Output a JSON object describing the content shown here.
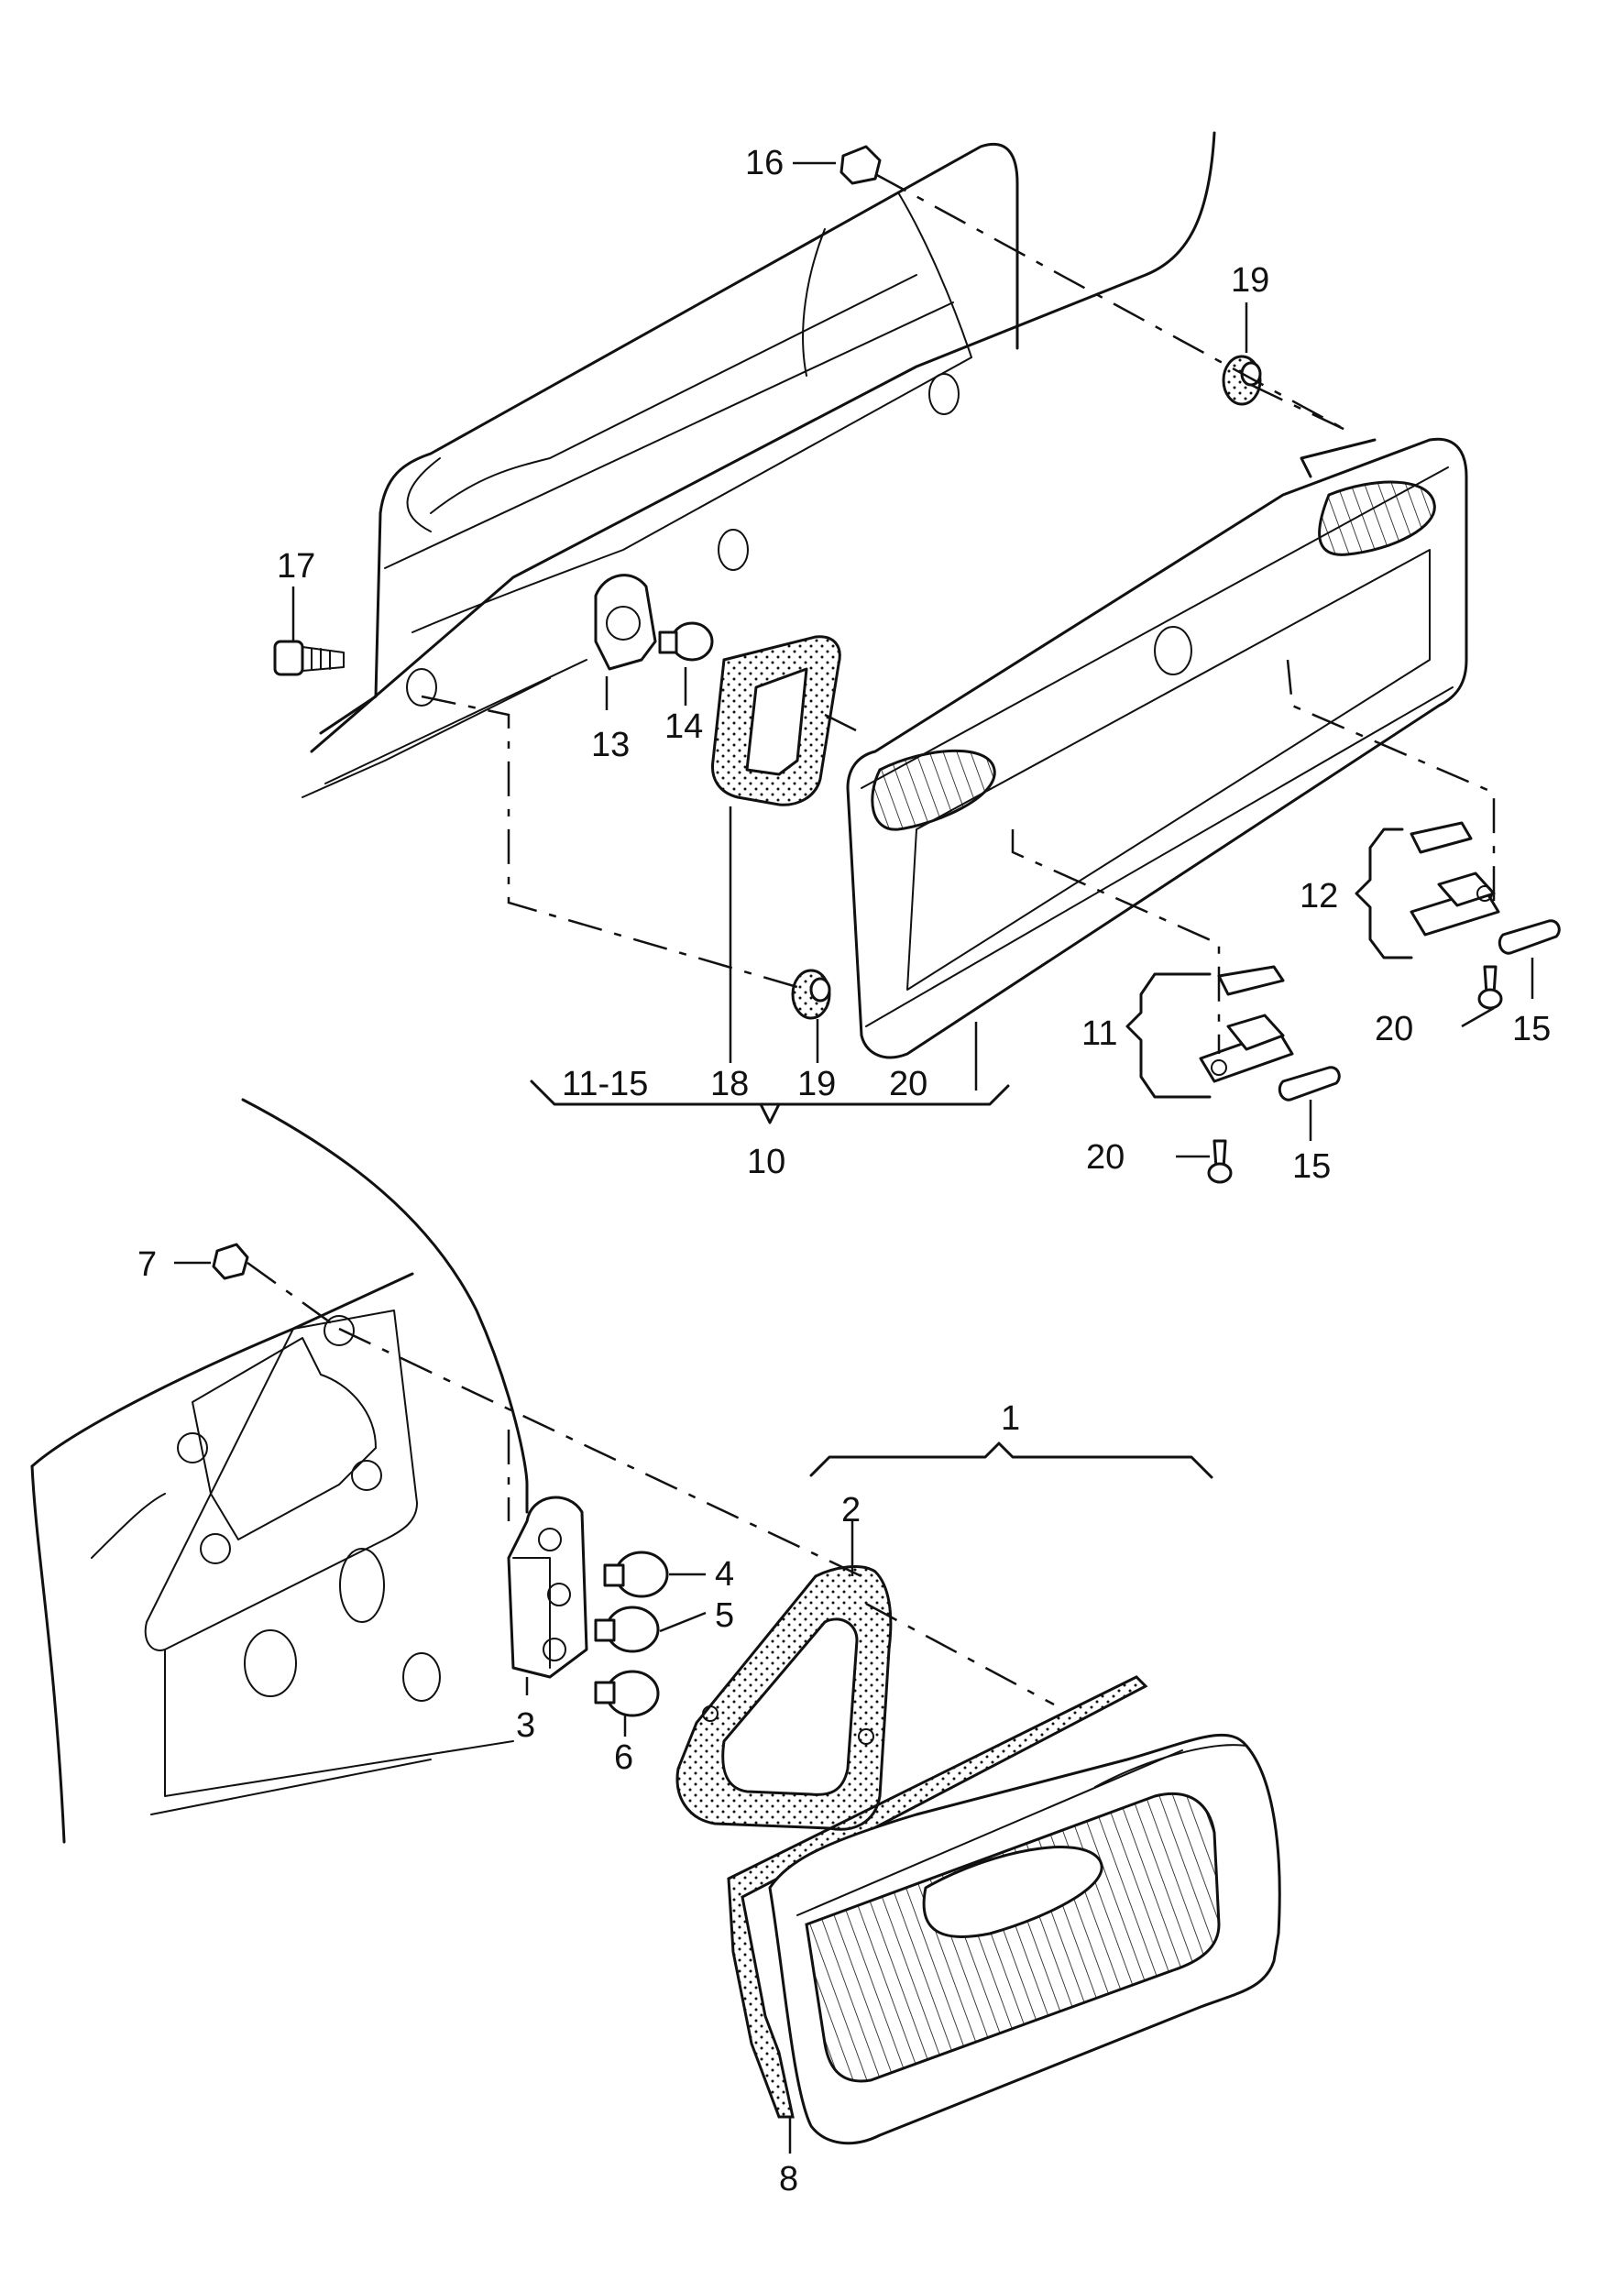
{
  "callouts": {
    "c1": "1",
    "c2": "2",
    "c3": "3",
    "c4": "4",
    "c5": "5",
    "c6": "6",
    "c7": "7",
    "c8": "8",
    "c10": "10",
    "c11": "11",
    "c11_15": "11-15",
    "c12": "12",
    "c13": "13",
    "c14": "14",
    "c15a": "15",
    "c15b": "15",
    "c16": "16",
    "c17": "17",
    "c18": "18",
    "c19a": "19",
    "c19b": "19",
    "c20a": "20",
    "c20b": "20",
    "c20c": "20"
  },
  "colors": {
    "line": "#111111",
    "background": "#ffffff"
  }
}
